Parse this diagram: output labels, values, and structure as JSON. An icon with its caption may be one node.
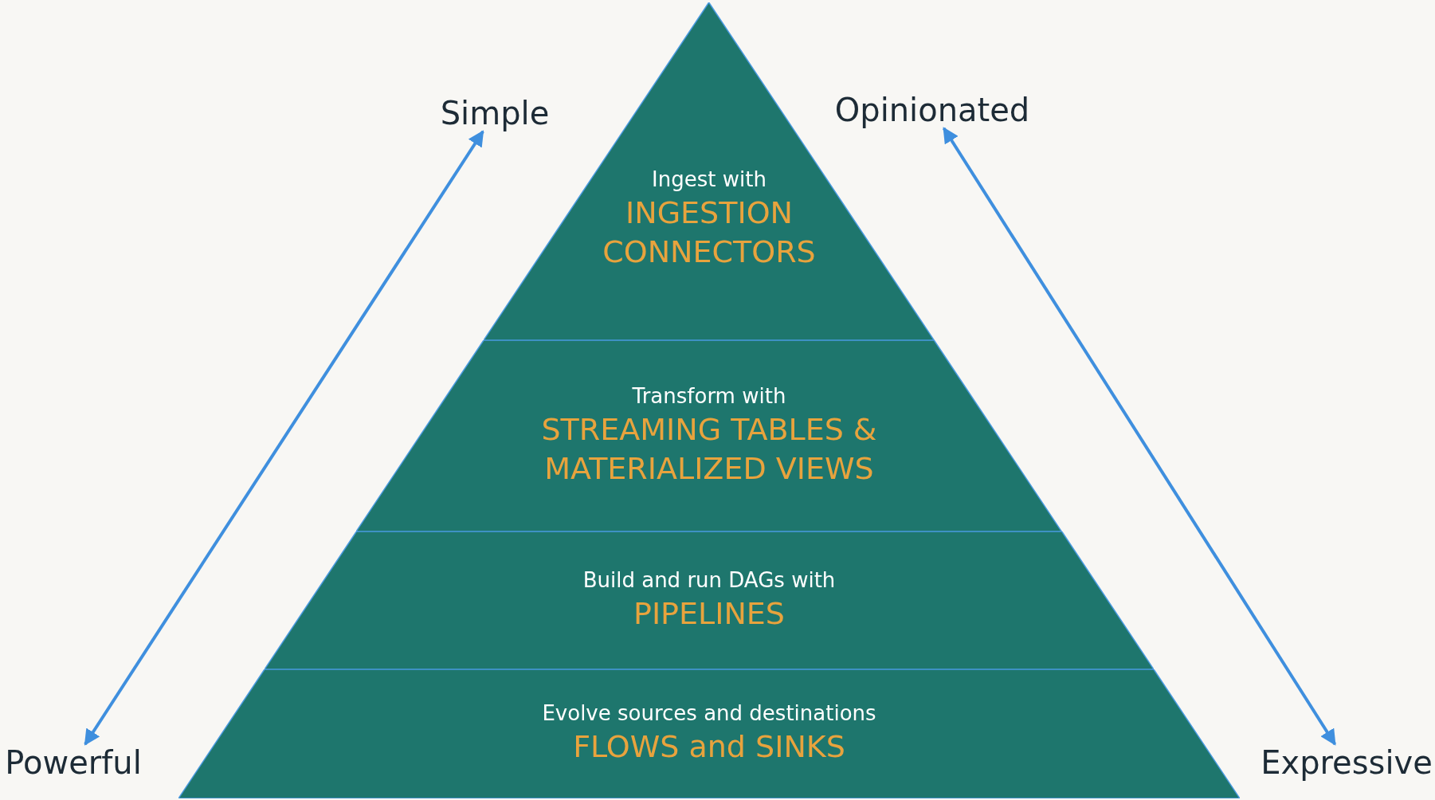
{
  "diagram": {
    "nodes": [
      {
        "text": [
          "Ingest with",
          "INGESTION CONNECTORS"
        ]
      },
      {
        "text": [
          "Transform with",
          "STREAMING TABLES & MATERIALIZED VIEWS"
        ]
      },
      {
        "text": [
          "Build and run DAGs with",
          "PIPELINES"
        ]
      },
      {
        "text": [
          "Evolve sources and destinations",
          "FLOWS and SINKS"
        ]
      },
      {
        "text": [
          "Simple"
        ]
      },
      {
        "text": [
          "Powerful"
        ]
      },
      {
        "text": [
          "Opinionated"
        ]
      },
      {
        "text": [
          "Expressive"
        ]
      }
    ],
    "edges": [
      {
        "from": 4,
        "to": 5,
        "arrow": "both"
      },
      {
        "from": 6,
        "to": 7,
        "arrow": "both"
      }
    ]
  }
}
